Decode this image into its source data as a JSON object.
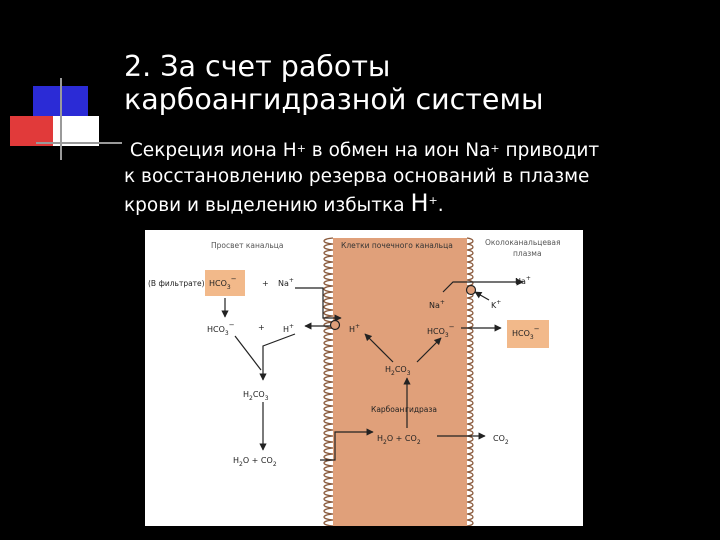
{
  "slide": {
    "title_line1": "2. За счет работы",
    "title_line2": "карбоангидразной системы",
    "body_line1_pre": "Секреция иона Н",
    "body_line1_mid": " в обмен на ион Na",
    "body_line1_post": " приводит",
    "body_line2": "к восстановлению резерва оснований в плазме",
    "body_line3_pre": "крови и выделению избытка ",
    "body_H": "Н",
    "body_end": ".",
    "plus": "+"
  },
  "diagram": {
    "label_lumen": "Просвет канальца",
    "label_cells": "Клетки почечного канальца",
    "label_plasma_1": "Околоканальцевая",
    "label_plasma_2": "плазма",
    "filtrate": "(В фильтрате)",
    "hco3": "HCO",
    "sub3": "3",
    "minus": "−",
    "plus": "+",
    "na": "Na",
    "k": "K",
    "h": "H",
    "h2": "H",
    "sub2": "2",
    "co": "CO",
    "o": "O",
    "h2o_co2_eq": "O + CO",
    "carbonic_1": "Карбоан",
    "carbonic_2": "гидраза"
  },
  "colors": {
    "background": "#000000",
    "diagram_bg": "#ffffff",
    "cell_fill": "#e0a07a",
    "box_fill": "#f2b98a",
    "deco_blue": "#2b2bd6",
    "deco_red": "#e13a3a",
    "deco_grey": "#9a9a9a"
  }
}
